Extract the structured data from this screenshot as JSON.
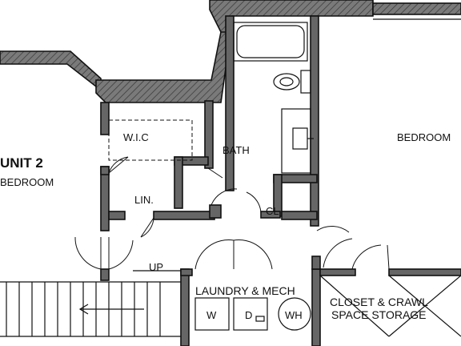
{
  "labels": {
    "unit": "UNIT 2",
    "unit_bedroom": "BEDROOM",
    "wic": "W.I.C",
    "bath": "BATH",
    "bedroom": "BEDROOM",
    "linen": "LIN.",
    "closet": "CL",
    "up": "UP",
    "laundry": "LAUNDRY & MECH",
    "washer": "W",
    "dryer": "D",
    "water_heater": "WH",
    "closet_crawl": "CLOSET & CRAWL",
    "space_storage": "SPACE STORAGE"
  },
  "colors": {
    "wall_fill": "#666666",
    "line": "#111111",
    "background": "#ffffff"
  }
}
